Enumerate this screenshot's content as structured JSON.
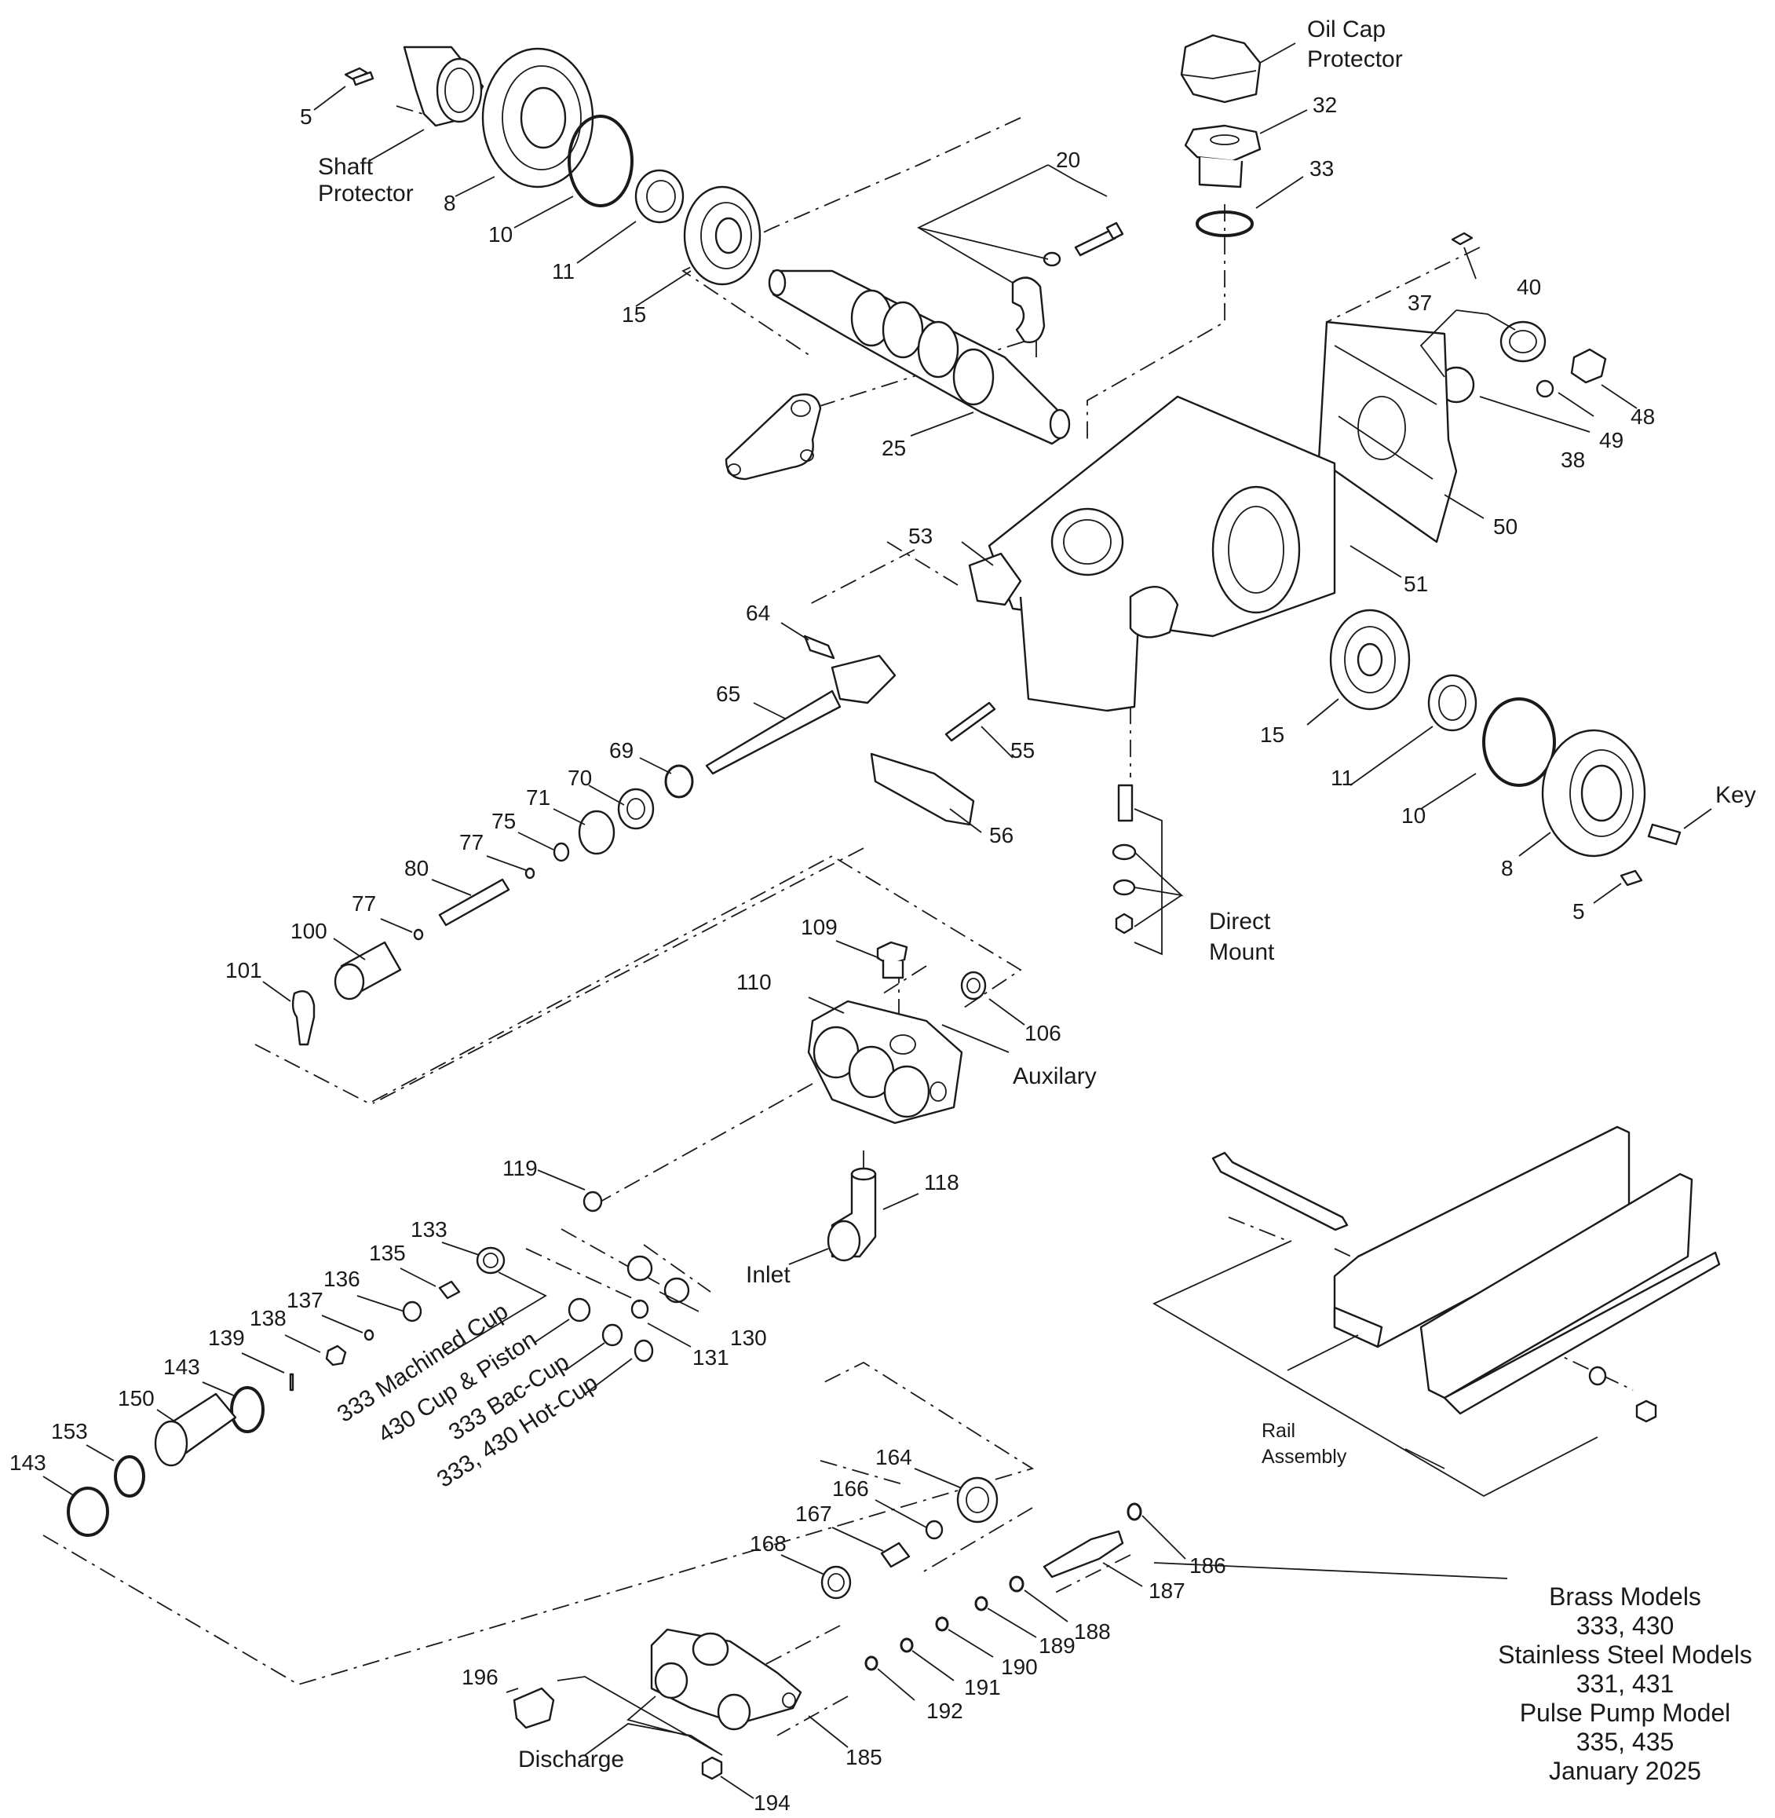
{
  "parts": {
    "p5a": "5",
    "p8a": "8",
    "p10a": "10",
    "p11a": "11",
    "p15a": "15",
    "p20": "20",
    "p25": "25",
    "p32": "32",
    "p33": "33",
    "p37": "37",
    "p38": "38",
    "p40": "40",
    "p48": "48",
    "p49": "49",
    "p50": "50",
    "p51": "51",
    "p53": "53",
    "p55": "55",
    "p56": "56",
    "p64": "64",
    "p65": "65",
    "p69": "69",
    "p70": "70",
    "p71": "71",
    "p75": "75",
    "p77a": "77",
    "p77b": "77",
    "p80": "80",
    "p100": "100",
    "p101": "101",
    "p15b": "15",
    "p11b": "11",
    "p10b": "10",
    "p8b": "8",
    "p5b": "5",
    "p109": "109",
    "p110": "110",
    "p106": "106",
    "p119": "119",
    "p118": "118",
    "p133": "133",
    "p135": "135",
    "p136": "136",
    "p137": "137",
    "p138": "138",
    "p139": "139",
    "p143a": "143",
    "p150": "150",
    "p153": "153",
    "p143b": "143",
    "p130": "130",
    "p131": "131",
    "p164": "164",
    "p166": "166",
    "p167": "167",
    "p168": "168",
    "p186": "186",
    "p187": "187",
    "p188": "188",
    "p189": "189",
    "p190": "190",
    "p191": "191",
    "p192": "192",
    "p185": "185",
    "p194": "194",
    "p196": "196"
  },
  "names": {
    "oil_cap_protector": [
      "Oil Cap",
      "Protector"
    ],
    "shaft_protector": [
      "Shaft",
      "Protector"
    ],
    "direct_mount": [
      "Direct",
      "Mount"
    ],
    "key": "Key",
    "auxilary": "Auxilary",
    "inlet": "Inlet",
    "discharge": "Discharge",
    "rail_assembly": [
      "Rail",
      "Assembly"
    ],
    "cup_333_machined": "333 Machined Cup",
    "cup_430_piston": "430 Cup & Piston",
    "cup_333_bac": "333 Bac-Cup",
    "cup_hot": "333, 430 Hot-Cup"
  },
  "notes": [
    "Brass Models",
    "333, 430",
    "Stainless Steel Models",
    "331, 431",
    "Pulse Pump Model",
    "335, 435",
    "January 2025"
  ]
}
